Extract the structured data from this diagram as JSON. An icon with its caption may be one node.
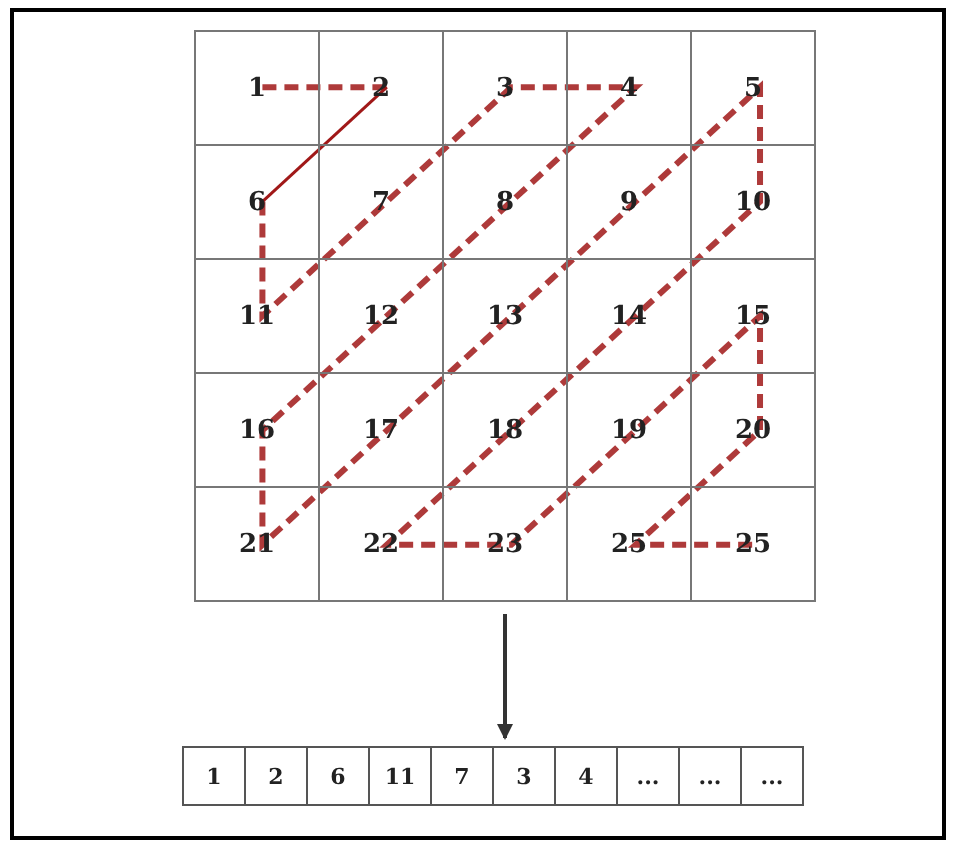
{
  "diagram": {
    "nodes": [
      {
        "text": [
          "1",
          "2",
          "3",
          "4",
          "5",
          "6",
          "7",
          "8",
          "9",
          "10",
          "11",
          "12",
          "13",
          "14",
          "15",
          "16",
          "17",
          "18",
          "19",
          "20",
          "21",
          "22",
          "23",
          "25",
          "25"
        ]
      },
      {
        "text": [
          "1",
          "2",
          "6",
          "11",
          "7",
          "3",
          "4",
          "...",
          "...",
          "..."
        ]
      }
    ],
    "edges": [
      {
        "from": 0,
        "to": 1,
        "arrow": "to"
      }
    ]
  }
}
